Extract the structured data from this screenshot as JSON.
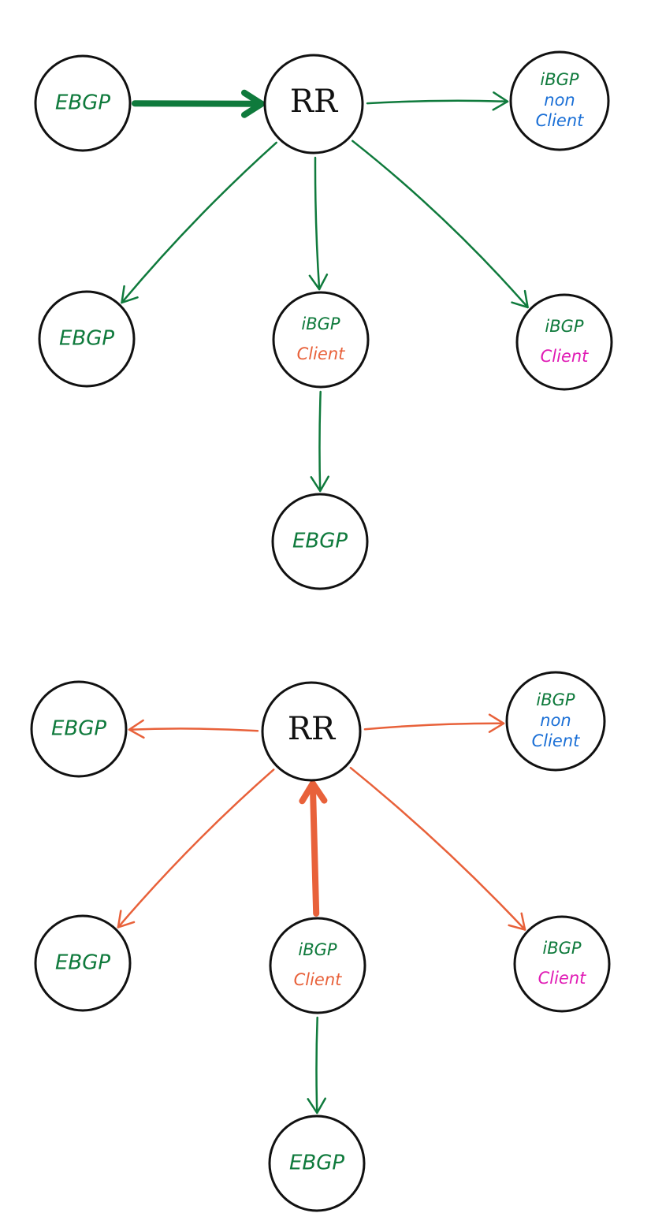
{
  "colors": {
    "green": "#0f7a3c",
    "orange": "#e8613a",
    "blue": "#1a6fd6",
    "magenta": "#e01ab4",
    "black": "#111111"
  },
  "diagrams": [
    {
      "nodes": [
        {
          "id": "ebgp_source",
          "lines": [
            {
              "text": "EBGP",
              "color": "green"
            }
          ]
        },
        {
          "id": "rr",
          "lines": [
            {
              "text": "RR",
              "color": "black"
            }
          ]
        },
        {
          "id": "ibgp_non_client",
          "lines": [
            {
              "text": "iBGP",
              "color": "green"
            },
            {
              "text": "non",
              "color": "blue"
            },
            {
              "text": "Client",
              "color": "blue"
            }
          ]
        },
        {
          "id": "ebgp_left",
          "lines": [
            {
              "text": "EBGP",
              "color": "green"
            }
          ]
        },
        {
          "id": "ibgp_client_a",
          "lines": [
            {
              "text": "iBGP",
              "color": "green"
            },
            {
              "text": "Client",
              "color": "orange"
            }
          ]
        },
        {
          "id": "ibgp_client_b",
          "lines": [
            {
              "text": "iBGP",
              "color": "green"
            },
            {
              "text": "Client",
              "color": "magenta"
            }
          ]
        },
        {
          "id": "ebgp_bottom",
          "lines": [
            {
              "text": "EBGP",
              "color": "green"
            }
          ]
        }
      ],
      "edges": [
        {
          "from": "ebgp_source",
          "to": "rr",
          "color": "green",
          "weight": "thick"
        },
        {
          "from": "rr",
          "to": "ibgp_non_client",
          "color": "green",
          "weight": "thin"
        },
        {
          "from": "rr",
          "to": "ebgp_left",
          "color": "green",
          "weight": "thin"
        },
        {
          "from": "rr",
          "to": "ibgp_client_a",
          "color": "green",
          "weight": "thin"
        },
        {
          "from": "rr",
          "to": "ibgp_client_b",
          "color": "green",
          "weight": "thin"
        },
        {
          "from": "ibgp_client_a",
          "to": "ebgp_bottom",
          "color": "green",
          "weight": "thin"
        }
      ]
    },
    {
      "nodes": [
        {
          "id": "ebgp_top_left",
          "lines": [
            {
              "text": "EBGP",
              "color": "green"
            }
          ]
        },
        {
          "id": "rr",
          "lines": [
            {
              "text": "RR",
              "color": "black"
            }
          ]
        },
        {
          "id": "ibgp_non_client",
          "lines": [
            {
              "text": "iBGP",
              "color": "green"
            },
            {
              "text": "non",
              "color": "blue"
            },
            {
              "text": "Client",
              "color": "blue"
            }
          ]
        },
        {
          "id": "ebgp_left",
          "lines": [
            {
              "text": "EBGP",
              "color": "green"
            }
          ]
        },
        {
          "id": "ibgp_client_a",
          "lines": [
            {
              "text": "iBGP",
              "color": "green"
            },
            {
              "text": "Client",
              "color": "orange"
            }
          ]
        },
        {
          "id": "ibgp_client_b",
          "lines": [
            {
              "text": "iBGP",
              "color": "green"
            },
            {
              "text": "Client",
              "color": "magenta"
            }
          ]
        },
        {
          "id": "ebgp_bottom",
          "lines": [
            {
              "text": "EBGP",
              "color": "green"
            }
          ]
        }
      ],
      "edges": [
        {
          "from": "ibgp_client_a",
          "to": "rr",
          "color": "orange",
          "weight": "thick"
        },
        {
          "from": "rr",
          "to": "ebgp_top_left",
          "color": "orange",
          "weight": "thin"
        },
        {
          "from": "rr",
          "to": "ibgp_non_client",
          "color": "orange",
          "weight": "thin"
        },
        {
          "from": "rr",
          "to": "ebgp_left",
          "color": "orange",
          "weight": "thin"
        },
        {
          "from": "rr",
          "to": "ibgp_client_b",
          "color": "orange",
          "weight": "thin"
        },
        {
          "from": "ibgp_client_a",
          "to": "ebgp_bottom",
          "color": "green",
          "weight": "thin"
        }
      ]
    }
  ]
}
